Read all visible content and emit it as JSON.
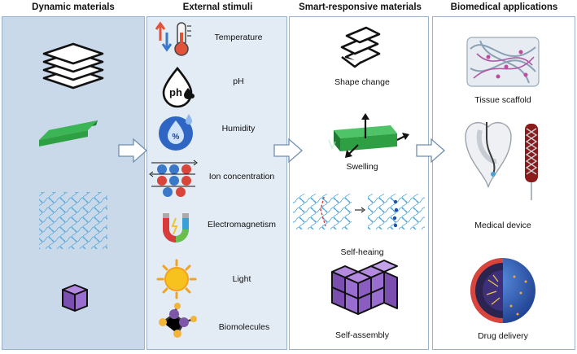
{
  "columns": [
    {
      "title": "Dynamic materials"
    },
    {
      "title": "External stimuli"
    },
    {
      "title": "Smart-responsive materials"
    },
    {
      "title": "Biomedical applications"
    }
  ],
  "stimuli": [
    {
      "label": "Temperature",
      "icon": "thermometer-icon"
    },
    {
      "label": "pH",
      "icon": "ph-drop-icon"
    },
    {
      "label": "Humidity",
      "icon": "humidity-drop-icon"
    },
    {
      "label": "Ion concentration",
      "icon": "ions-icon"
    },
    {
      "label": "Electromagnetism",
      "icon": "magnet-icon"
    },
    {
      "label": "Light",
      "icon": "sun-icon"
    },
    {
      "label": "Biomolecules",
      "icon": "molecule-icon"
    }
  ],
  "responses": [
    {
      "label": "Shape change"
    },
    {
      "label": "Swelling"
    },
    {
      "label": "Self-heaing"
    },
    {
      "label": "Self-assembly"
    }
  ],
  "applications": [
    {
      "label": "Tissue scaffold"
    },
    {
      "label": "Medical device"
    },
    {
      "label": "Drug delivery"
    }
  ],
  "icons": {
    "ph_text": "ph",
    "humidity_text": "%"
  },
  "colors": {
    "panel_dynamic": "#c9d9ea",
    "panel_stimuli": "#e3ecf5",
    "panel_border": "#9ab3cc",
    "green": "#2ea043",
    "purple": "#8e5cc4",
    "arrow_fill": "#ffffff",
    "arrow_stroke": "#6f8fb0"
  }
}
